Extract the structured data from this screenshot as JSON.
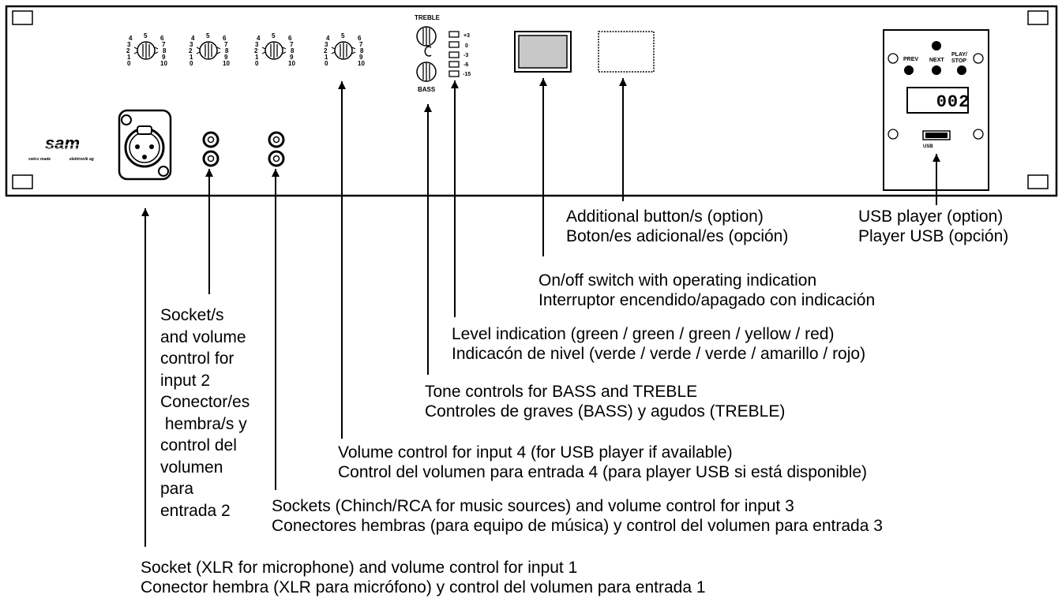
{
  "panel": {
    "knob_scale": {
      "left": [
        "4",
        "3",
        "2",
        "1",
        "0"
      ],
      "top": "5",
      "right": [
        "6",
        "7",
        "8",
        "9",
        "10"
      ]
    },
    "tone": {
      "treble": "TREBLE",
      "bass": "BASS"
    },
    "level_scale": [
      "+3",
      "0",
      "-3",
      "-6",
      "-15"
    ],
    "logo": {
      "mark": "sam",
      "left": "swiss made",
      "right": "elektronik ag"
    },
    "usb_module": {
      "prev": "PREV",
      "next": "NEXT",
      "play_stop": "PLAY/\nSTOP",
      "display": "002",
      "usb": "USB"
    }
  },
  "callouts": {
    "additional_buttons": {
      "en": "Additional button/s (option)",
      "es": "Boton/es adicional/es (opción)"
    },
    "usb_player": {
      "en": "USB player (option)",
      "es": "Player USB (opción)"
    },
    "power_switch": {
      "en": "On/off switch with operating indication",
      "es": "Interruptor encendido/apagado con indicación"
    },
    "level_indication": {
      "en": "Level indication (green / green / green / yellow / red)",
      "es": "Indicacón de nivel (verde / verde / verde / amarillo / rojo)"
    },
    "tone_controls": {
      "en": "Tone controls for BASS and TREBLE",
      "es": "Controles de graves (BASS) y agudos (TREBLE)"
    },
    "volume_input4": {
      "en": "Volume control for input 4 (for USB player if available)",
      "es": "Control del volumen para entrada 4 (para player USB si está disponible)"
    },
    "input3": {
      "en": "Sockets (Chinch/RCA for music sources) and volume control for input 3",
      "es": "Conectores hembras (para equipo de música) y control del volumen para entrada 3"
    },
    "input2": [
      "Socket/s",
      "and volume",
      "control for",
      "input 2",
      "Conector/es",
      " hembra/s y",
      "control del",
      "volumen",
      "para",
      "entrada 2"
    ],
    "input1": {
      "en": "Socket (XLR for microphone) and volume control for input 1",
      "es": "Conector hembra (XLR para micrófono) y control del volumen para entrada 1"
    }
  }
}
